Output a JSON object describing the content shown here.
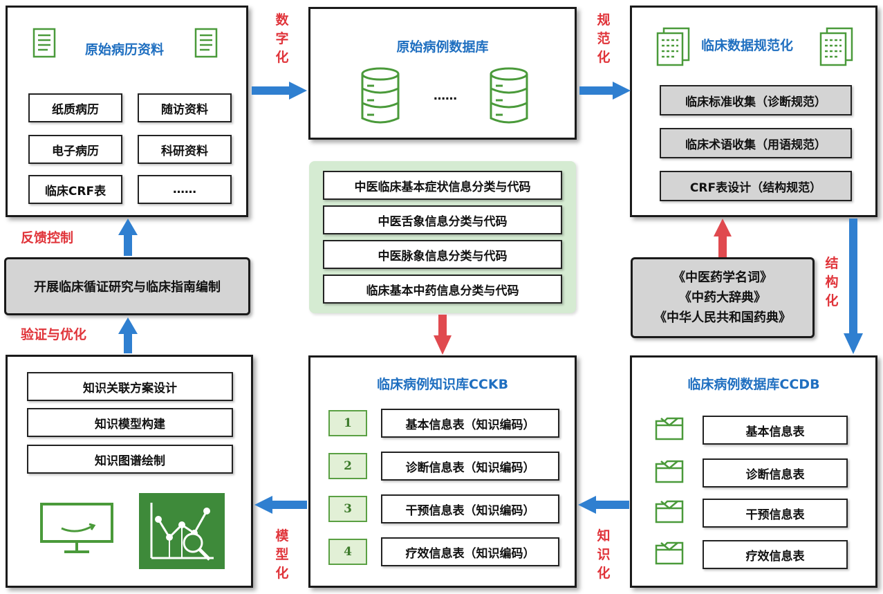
{
  "panels": {
    "original_records": {
      "title": "原始病历资料",
      "items": [
        "纸质病历",
        "随访资料",
        "电子病历",
        "科研资料",
        "临床CRF表",
        "……"
      ]
    },
    "original_db": {
      "title": "原始病例数据库",
      "ellipsis": "……"
    },
    "normalization": {
      "title": "临床数据规范化",
      "items": [
        "临床标准收集（诊断规范）",
        "临床术语收集（用语规范）",
        "CRF表设计（结构规范）"
      ]
    },
    "standards": {
      "items": [
        "中医临床基本症状信息分类与代码",
        "中医舌象信息分类与代码",
        "中医脉象信息分类与代码",
        "临床基本中药信息分类与代码"
      ]
    },
    "references": {
      "items": [
        "《中医药学名词》",
        "《中药大辞典》",
        "《中华人民共和国药典》"
      ]
    },
    "research": {
      "text": "开展临床循证研究与临床指南编制"
    },
    "knowledge_model": {
      "items": [
        "知识关联方案设计",
        "知识模型构建",
        "知识图谱绘制"
      ]
    },
    "cckb": {
      "title": "临床病例知识库CCKB",
      "rows": [
        {
          "num": "1",
          "label": "基本信息表（知识编码）"
        },
        {
          "num": "2",
          "label": "诊断信息表（知识编码）"
        },
        {
          "num": "3",
          "label": "干预信息表（知识编码）"
        },
        {
          "num": "4",
          "label": "疗效信息表（知识编码）"
        }
      ]
    },
    "ccdb": {
      "title": "临床病例数据库CCDB",
      "items": [
        "基本信息表",
        "诊断信息表",
        "干预信息表",
        "疗效信息表"
      ]
    }
  },
  "labels": {
    "digitize": [
      "数",
      "字",
      "化"
    ],
    "normalize": [
      "规",
      "范",
      "化"
    ],
    "structure": [
      "结",
      "构",
      "化"
    ],
    "knowledge": [
      "知",
      "识",
      "化"
    ],
    "model": [
      "模",
      "型",
      "化"
    ],
    "feedback": "反馈控制",
    "verify": "验证与优化"
  },
  "icons": [
    "document-icon",
    "database-icon",
    "folder-icon",
    "monitor-icon",
    "chart-analysis-icon"
  ],
  "colors": {
    "title_blue": "#1f6fc0",
    "label_red": "#e0343a",
    "icon_green": "#4a9a3a",
    "arrow_blue": "#2f7fd0",
    "arrow_red": "#e04a4f",
    "standards_bg": "#d5ebd2",
    "box_gray": "#d4d4d4"
  }
}
